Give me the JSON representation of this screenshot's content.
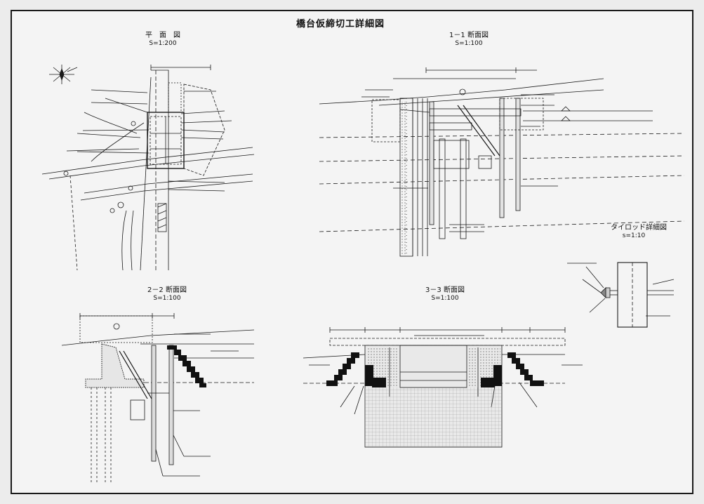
{
  "sheet": {
    "title": "橋台仮締切工詳細図"
  },
  "views": {
    "plan": {
      "title": "平　面　図",
      "scale": "S=1:200"
    },
    "section_1_1": {
      "title": "1－1 断面図",
      "scale": "S=1:100"
    },
    "section_2_2": {
      "title": "2－2 断面図",
      "scale": "S=1:100"
    },
    "section_3_3": {
      "title": "3－3 断面図",
      "scale": "S=1:100"
    },
    "tierod_detail": {
      "title": "タイロッド詳細図",
      "scale": "s=1:10"
    }
  },
  "colors": {
    "paper": "#f4f4f4",
    "line": "#1a1a1a",
    "hatch": "#111111",
    "fill": "#cfcfcf"
  }
}
